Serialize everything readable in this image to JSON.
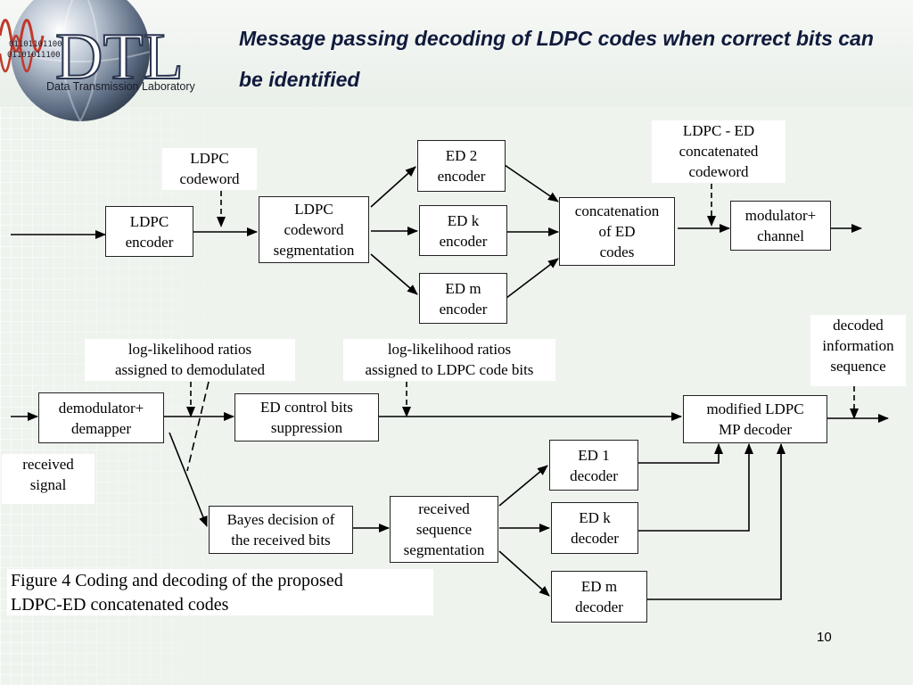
{
  "slide": {
    "title": "Message passing decoding of LDPC codes when correct bits can be identified",
    "logo_text": "Data Transmission Laboratory",
    "logo_mark": "DTL",
    "logo_bits": [
      "01101101100",
      "01101011100"
    ],
    "page_number": "10"
  },
  "encoder_chain": {
    "ldpc_encoder": "LDPC\nencoder",
    "segmentation": "LDPC\ncodeword\nsegmentation",
    "ed2_encoder": "ED 2\nencoder",
    "edk_encoder": "ED k\nencoder",
    "edm_encoder": "ED m\nencoder",
    "concatenation": "concatenation\nof ED\ncodes",
    "modulator": "modulator+\nchannel",
    "ldpc_codeword_label": "LDPC\ncodeword",
    "concatenated_label": "LDPC - ED\nconcatenated\ncodeword"
  },
  "decoder_chain": {
    "demodulator": "demodulator+\ndemapper",
    "suppression": "ED control bits\nsuppression",
    "mp_decoder": "modified LDPC\nMP decoder",
    "bayes": "Bayes decision of\nthe received bits",
    "received_segmentation": "received\nsequence\nsegmentation",
    "ed1_decoder": "ED 1\ndecoder",
    "edk_decoder": "ED k\ndecoder",
    "edm_decoder": "ED m\ndecoder",
    "llr_demod_label": "log-likelihood ratios\nassigned to demodulated",
    "llr_code_label": "log-likelihood ratios\nassigned to LDPC code bits",
    "decoded_label": "decoded\ninformation\nsequence",
    "received_label": "received\nsignal"
  },
  "caption": "Figure 4 Coding and decoding of the proposed\nLDPC-ED concatenated codes",
  "colors": {
    "title": "#101a3c",
    "background": "#eef3ee",
    "box_border": "#222222",
    "arrow": "#000000"
  }
}
